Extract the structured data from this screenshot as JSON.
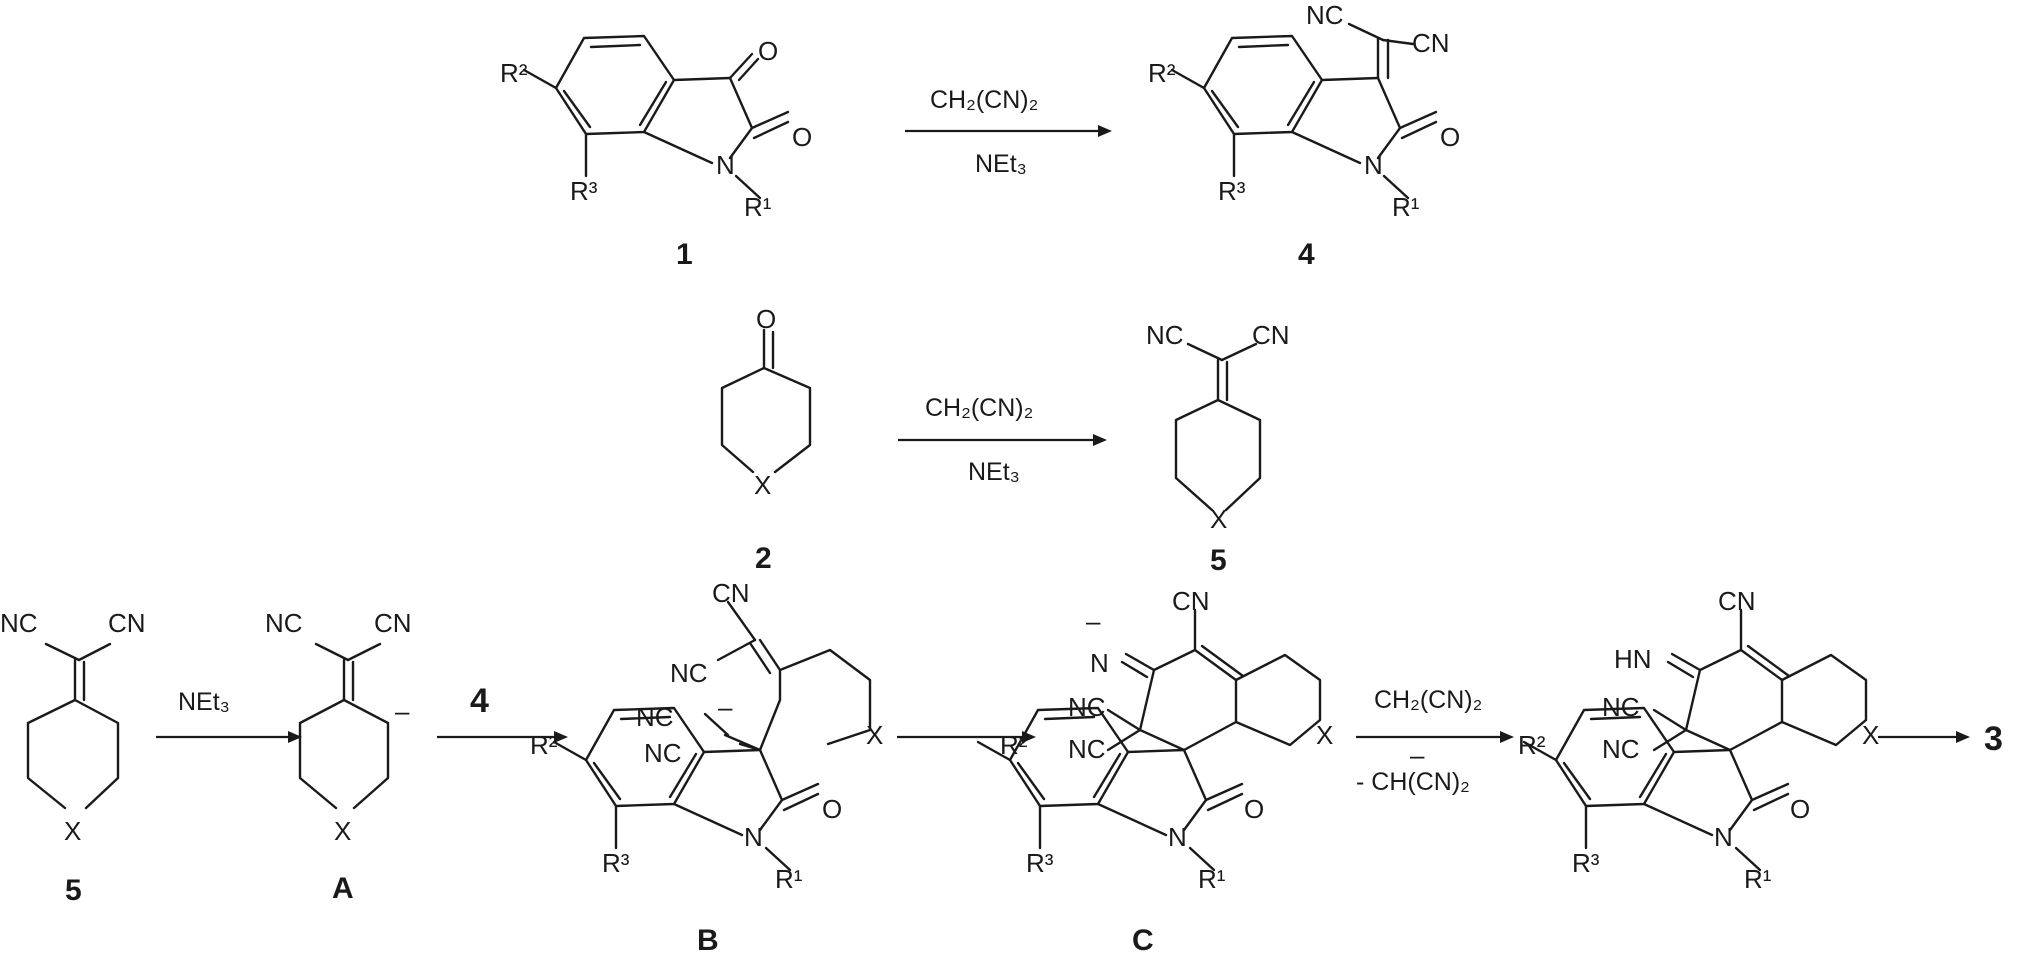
{
  "reagents": {
    "malononitrile": "CH₂(CN)₂",
    "base": "NEt₃",
    "leaving": "- CH(CN)₂",
    "minus": "–"
  },
  "compounds": {
    "c1": "1",
    "c4": "4",
    "c2": "2",
    "c5a": "5",
    "c5b": "5",
    "cA": "A",
    "c4ref": "4",
    "cB": "B",
    "cC": "C",
    "c3": "3"
  },
  "atoms": {
    "O": "O",
    "N": "N",
    "X": "X",
    "NC": "NC",
    "CN": "CN",
    "HN": "HN",
    "R1": "R¹",
    "R2": "R²",
    "R3": "R³"
  }
}
